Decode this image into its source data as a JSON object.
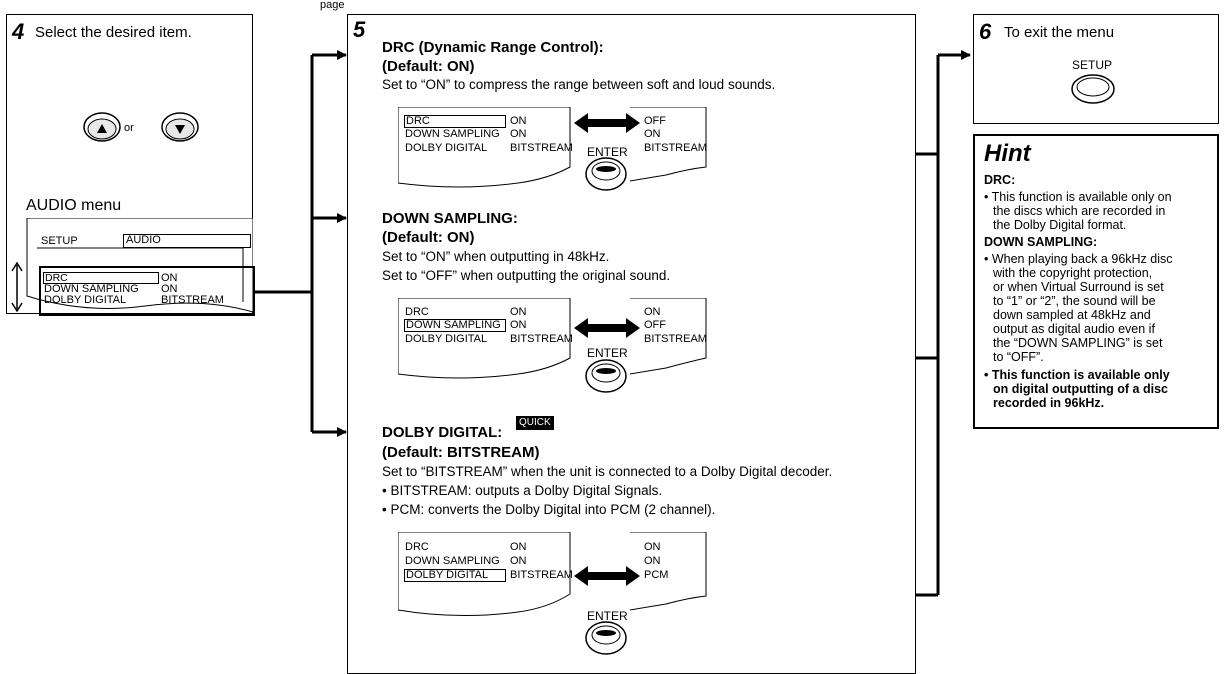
{
  "header_fragment": "page",
  "step4": {
    "number": "4",
    "instruction": "Select the desired item.",
    "or_text": "or",
    "up_icon": "up-triangle-icon",
    "down_icon": "down-triangle-icon",
    "menu_title": "AUDIO menu",
    "menu": {
      "setup": "SETUP",
      "audio": "AUDIO",
      "rows": [
        {
          "label": "DRC",
          "value": "ON"
        },
        {
          "label": "DOWN SAMPLING",
          "value": "ON"
        },
        {
          "label": "DOLBY DIGITAL",
          "value": "BITSTREAM"
        }
      ]
    }
  },
  "step5": {
    "number": "5",
    "drc": {
      "title": "DRC (Dynamic Range Control):",
      "default": "(Default: ON)",
      "desc": "Set to “ON” to compress the range between soft and loud sounds.",
      "left_rows": [
        {
          "label": "DRC",
          "value": "ON"
        },
        {
          "label": "DOWN SAMPLING",
          "value": "ON"
        },
        {
          "label": "DOLBY DIGITAL",
          "value": "BITSTREAM"
        }
      ],
      "right_values": [
        "OFF",
        "ON",
        "BITSTREAM"
      ],
      "enter": "ENTER"
    },
    "down": {
      "title": "DOWN SAMPLING:",
      "default": "(Default: ON)",
      "desc1": "Set to “ON” when outputting in 48kHz.",
      "desc2": "Set to “OFF” when outputting the original sound.",
      "left_rows": [
        {
          "label": "DRC",
          "value": "ON"
        },
        {
          "label": "DOWN SAMPLING",
          "value": "ON"
        },
        {
          "label": "DOLBY DIGITAL",
          "value": "BITSTREAM"
        }
      ],
      "right_values": [
        "ON",
        "OFF",
        "BITSTREAM"
      ],
      "enter": "ENTER"
    },
    "dolby": {
      "title": "DOLBY DIGITAL:",
      "quick": "QUICK",
      "default": "(Default: BITSTREAM)",
      "desc": "Set to “BITSTREAM” when the unit is connected to a Dolby Digital decoder.",
      "bullet1": "• BITSTREAM: outputs a Dolby Digital Signals.",
      "bullet2": "• PCM: converts the Dolby Digital into PCM (2 channel).",
      "left_rows": [
        {
          "label": "DRC",
          "value": "ON"
        },
        {
          "label": "DOWN SAMPLING",
          "value": "ON"
        },
        {
          "label": "DOLBY DIGITAL",
          "value": "BITSTREAM"
        }
      ],
      "right_values": [
        "ON",
        "ON",
        "PCM"
      ],
      "enter": "ENTER"
    }
  },
  "step6": {
    "number": "6",
    "instruction": "To exit the menu",
    "button_label": "SETUP"
  },
  "hint": {
    "title": "Hint",
    "drc_heading": "DRC:",
    "drc_lines": [
      "• This function is available only on",
      "the discs which are recorded in",
      "the Dolby Digital format."
    ],
    "ds_heading": "DOWN SAMPLING:",
    "ds_lines": [
      "• When playing back a 96kHz disc",
      "with the copyright protection,",
      "or when Virtual Surround is set",
      "to “1” or “2”, the sound will be",
      "down sampled at 48kHz and",
      "output as digital audio even if",
      "the “DOWN SAMPLING” is set",
      "to “OFF”."
    ],
    "bold_lines": [
      "• This function is available only",
      "on digital outputting of a disc",
      "recorded in 96kHz."
    ]
  }
}
